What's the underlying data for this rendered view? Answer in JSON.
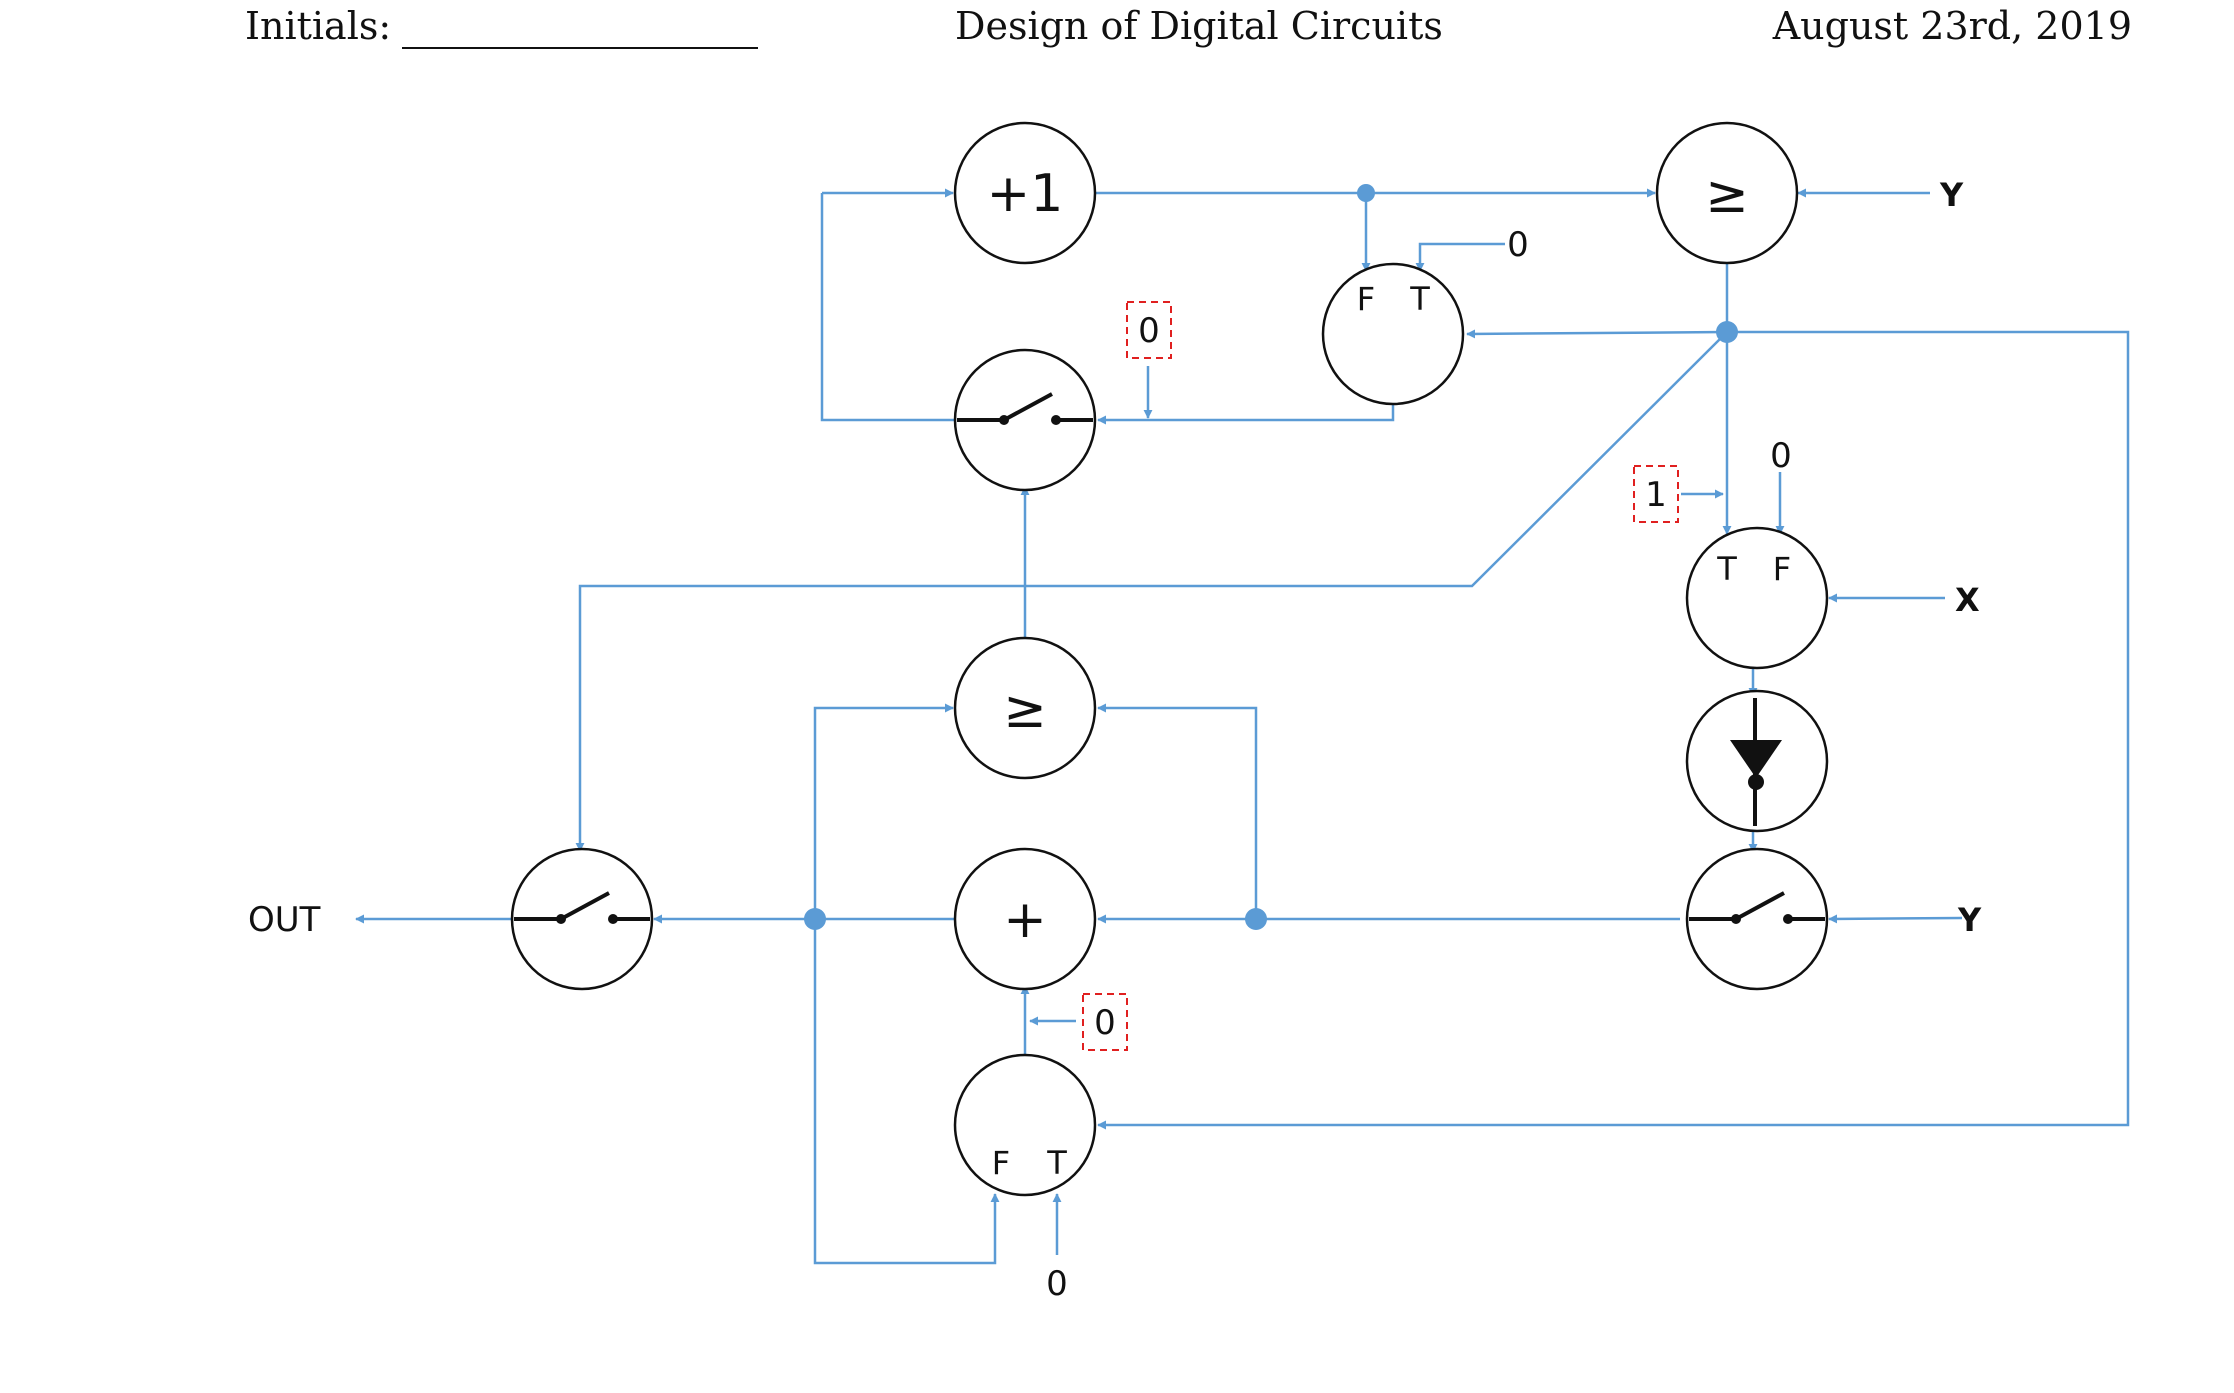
{
  "header": {
    "left": "Initials:",
    "center": "Design of Digital Circuits",
    "right": "August 23rd, 2019"
  },
  "nodes": {
    "increment": "+1",
    "compare_top": "≥",
    "compare_mid": "≥",
    "adder": "+",
    "mux_top_f": "F",
    "mux_top_t": "T",
    "mux_right_t": "T",
    "mux_right_f": "F",
    "mux_bottom_f": "F",
    "mux_bottom_t": "T"
  },
  "constants": {
    "mux_top_t_const": "0",
    "mux_right_f_const": "0",
    "mux_bottom_t_const": "0",
    "red_box_top": "0",
    "red_box_right": "1",
    "red_box_bottom": "0"
  },
  "terminals": {
    "y_top": "Y",
    "x_right": "X",
    "y_bottom": "Y",
    "out": "OUT"
  },
  "colors": {
    "wire": "#5b9bd5",
    "node_outline": "#111111",
    "red_box": "#e02020"
  }
}
